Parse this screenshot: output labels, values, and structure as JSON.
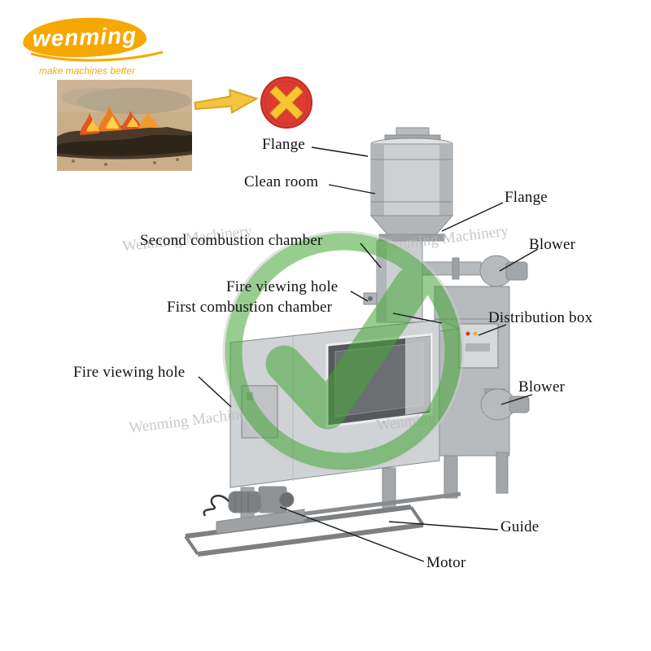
{
  "logo": {
    "name": "wenming",
    "tagline": "make machines better"
  },
  "watermark": {
    "text": "Wenming Machinery"
  },
  "labels": {
    "flange_top": "Flange",
    "clean_room": "Clean room",
    "flange_right": "Flange",
    "second_combustion_chamber": "Second combustion chamber",
    "blower_top": "Blower",
    "fire_viewing_hole_top": "Fire viewing hole",
    "first_combustion_chamber": "First combustion chamber",
    "distribution_box": "Distribution box",
    "fire_viewing_hole_left": "Fire viewing hole",
    "blower_bottom": "Blower",
    "guide": "Guide",
    "motor": "Motor"
  },
  "icons": {
    "arrow": "arrow-right-icon",
    "prohibited": "no-open-burning-icon",
    "checkmark": "approved-checkmark-icon"
  },
  "colors": {
    "brand_yellow": "#f6a800",
    "check_green": "#45a636",
    "prohibited_red": "#dd3b32",
    "prohibited_x_yellow": "#f6c530"
  }
}
